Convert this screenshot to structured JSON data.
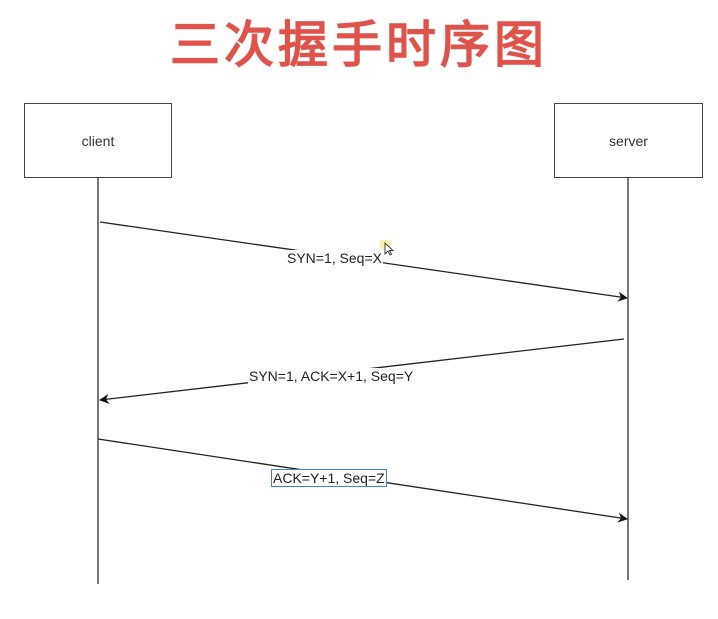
{
  "title": "三次握手时序图",
  "colors": {
    "title": "#e0534a",
    "line": "#222222",
    "lifeline": "#555555",
    "selection": "#4a7fd0"
  },
  "participants": [
    {
      "id": "client",
      "label": "client"
    },
    {
      "id": "server",
      "label": "server"
    }
  ],
  "messages": [
    {
      "from": "client",
      "to": "server",
      "label": "SYN=1, Seq=X"
    },
    {
      "from": "server",
      "to": "client",
      "label": "SYN=1, ACK=X+1, Seq=Y"
    },
    {
      "from": "client",
      "to": "server",
      "label": "ACK=Y+1, Seq=Z",
      "selected": true
    }
  ]
}
